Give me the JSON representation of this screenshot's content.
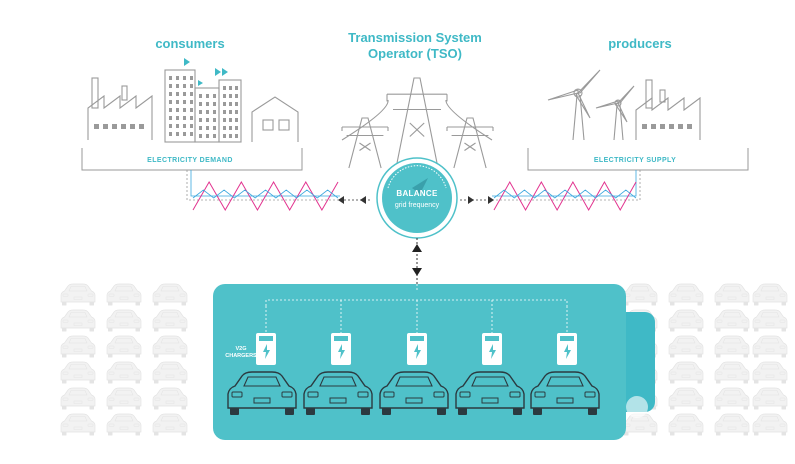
{
  "labels": {
    "consumers": "consumers",
    "producers": "producers",
    "tso_line1": "Transmission System",
    "tso_line2": "Operator (TSO)",
    "electricity_demand": "ELECTRICITY DEMAND",
    "electricity_supply": "ELECTRICITY SUPPLY",
    "balance_title": "BALANCE",
    "balance_subtitle": "grid frequency",
    "v2g_line1": "V2G",
    "v2g_line2": "CHARGERS"
  },
  "counts": {
    "chargers": 5,
    "cars": 5
  },
  "colors": {
    "teal": "#4fc1c9",
    "teal_dark": "#3fb9c6",
    "magenta": "#e2338f",
    "blue_wave": "#3aa7de",
    "line_gray": "#9a9a9a",
    "car_ghost": "#e4e4e4"
  },
  "icons": [
    "factory-icon",
    "office-building-icon",
    "house-icon",
    "transmission-tower-icon",
    "wind-turbine-icon",
    "ev-charger-icon",
    "car-icon",
    "gauge-needle-icon",
    "bidirectional-arrow-icon"
  ]
}
